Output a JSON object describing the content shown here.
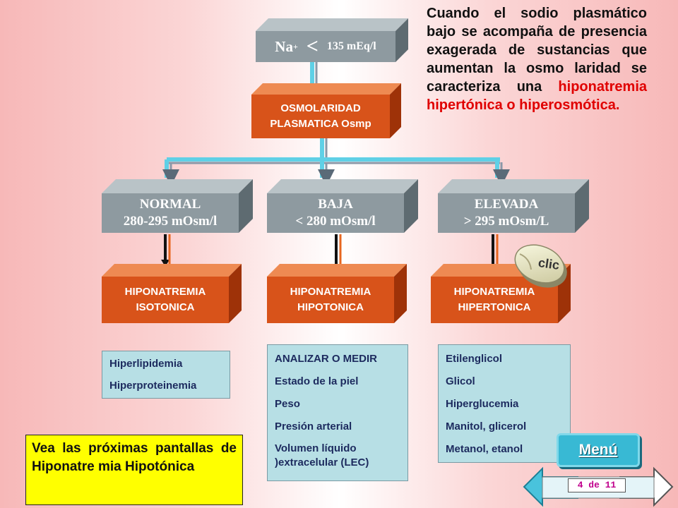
{
  "colors": {
    "gray_box": "#8e9aa0",
    "orange_box": "#d8531a",
    "info_box": "#b7dfe5",
    "highlight_red": "#e00000",
    "note_yellow": "#ffff00",
    "menu_button": "#38b9d4"
  },
  "top_box": {
    "na_label": "Na",
    "na_sup": "+",
    "operator": "<",
    "threshold": "135 mEq/l"
  },
  "osmo_box": {
    "line1": "OSMOLARIDAD",
    "line2": "PLASMATICA Osmp"
  },
  "levels": [
    {
      "title": "NORMAL",
      "range": "280-295 mOsm/l"
    },
    {
      "title": "BAJA",
      "range": "< 280 mOsm/l"
    },
    {
      "title": "ELEVADA",
      "range": "> 295 mOsm/L"
    }
  ],
  "outcomes": [
    {
      "line1": "HIPONATREMIA",
      "line2": "ISOTONICA"
    },
    {
      "line1": "HIPONATREMIA",
      "line2": "HIPOTONICA"
    },
    {
      "line1": "HIPONATREMIA",
      "line2": "HIPERTONICA"
    }
  ],
  "clic_label": "clic",
  "lists": {
    "isotonic": [
      "Hiperlipidemia",
      "Hiperproteinemia"
    ],
    "hypotonic": [
      "ANALIZAR O MEDIR",
      "Estado de la piel",
      "Peso",
      "Presión arterial",
      "Volumen líquido )extracelular (LEC)"
    ],
    "hypertonic": [
      "Etilenglicol",
      "Glicol",
      "Hiperglucemia",
      "Manitol, glicerol",
      "Metanol, etanol"
    ]
  },
  "description": {
    "text": "Cuando el sodio plasmático bajo se acompaña de presencia exagerada de sustancias que aumentan la osmo laridad se caracteriza una",
    "highlight": "hiponatremia hipertónica o hiperosmótica."
  },
  "note": "Vea las próximas pantallas de Hiponatre mia Hipotónica",
  "menu_label": "Menú",
  "page_indicator": "4 de 11",
  "nav_icons": [
    "arrow-left-icon",
    "arrow-right-icon"
  ]
}
